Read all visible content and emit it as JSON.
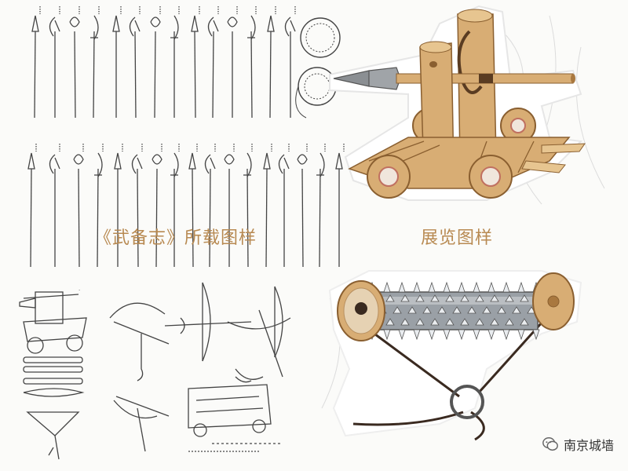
{
  "captions": {
    "left": "《武备志》所载图样",
    "right": "展览图样"
  },
  "watermark": {
    "text": "南京城墙",
    "icon": "wechat-icon"
  },
  "colors": {
    "caption": "#b88a52",
    "wood": "#d8ad74",
    "wood_dark": "#a9783f",
    "metal": "#8b8f93",
    "sketch_ink": "#444444"
  },
  "panels": [
    {
      "name": "historical-weapon-sketches",
      "icon": "polearm-sketch-icon"
    },
    {
      "name": "exhibition-catapult-cart",
      "icon": "catapult-cart-icon"
    },
    {
      "name": "historical-siege-sketches",
      "icon": "crossbow-sketch-icon"
    },
    {
      "name": "exhibition-spiked-roller",
      "icon": "spiked-roller-icon"
    }
  ]
}
